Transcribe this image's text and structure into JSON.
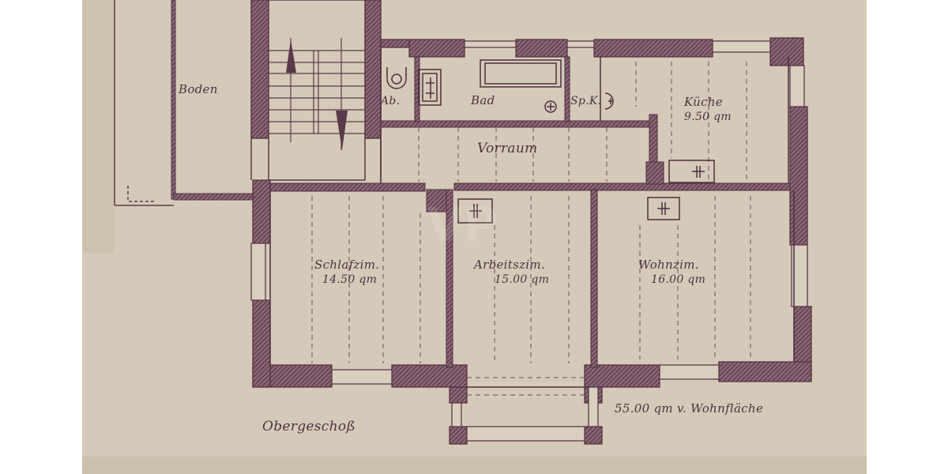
{
  "plan": {
    "title": "Obergeschoß",
    "total_area_note": "55.00 qm v. Wohnfläche",
    "watermark": "VP",
    "colors": {
      "paper": "#d5cab9",
      "ink": "#5a3a4a",
      "hatch": "#6b4657",
      "margin": "#ffffff"
    },
    "rooms": [
      {
        "id": "boden",
        "name": "Boden",
        "area": ""
      },
      {
        "id": "wc",
        "name": "Ab.",
        "area": ""
      },
      {
        "id": "bad",
        "name": "Bad",
        "area": ""
      },
      {
        "id": "speisekammer",
        "name": "Sp.K.",
        "area": ""
      },
      {
        "id": "kueche",
        "name": "Küche",
        "area": "9.50 qm"
      },
      {
        "id": "vorraum",
        "name": "Vorraum",
        "area": ""
      },
      {
        "id": "schlafzimmer",
        "name": "Schlafzim.",
        "area": "14.50 qm"
      },
      {
        "id": "arbeitszimmer",
        "name": "Arbeitszim.",
        "area": "15.00 qm"
      },
      {
        "id": "wohnzimmer",
        "name": "Wohnzim.",
        "area": "16.00 qm"
      }
    ]
  }
}
